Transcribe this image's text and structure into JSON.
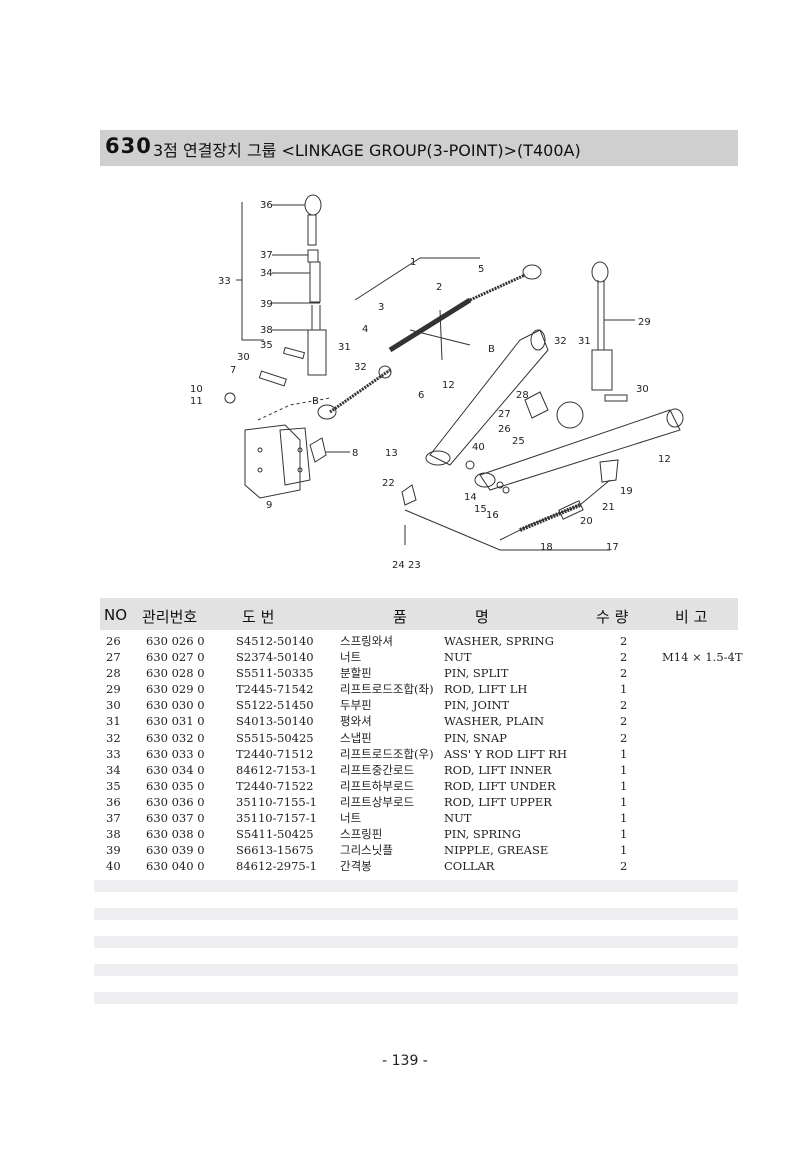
{
  "header": {
    "section_number": "630",
    "title": "3점 연결장치 그룹 <LINKAGE GROUP(3-POINT)>(T400A)"
  },
  "diagram": {
    "callouts": [
      "36",
      "37",
      "34",
      "33",
      "39",
      "38",
      "35",
      "30",
      "7",
      "10",
      "11",
      "31",
      "32",
      "4",
      "3",
      "2",
      "1",
      "5",
      "6",
      "8",
      "9",
      "12",
      "B",
      "B",
      "13",
      "40",
      "14",
      "15",
      "16",
      "22",
      "24",
      "23",
      "28",
      "27",
      "26",
      "25",
      "29",
      "32",
      "31",
      "30",
      "12",
      "19",
      "21",
      "20",
      "18",
      "17"
    ]
  },
  "table": {
    "columns": [
      "NO",
      "관리번호",
      "도 번",
      "품",
      "명",
      "수 량",
      "비 고"
    ],
    "rows": [
      {
        "no": "26",
        "code": "630 026 0",
        "drawing": "S4512-50140",
        "name_kr": "스프링와셔",
        "name_en": "WASHER, SPRING",
        "qty": "2",
        "note": ""
      },
      {
        "no": "27",
        "code": "630 027 0",
        "drawing": "S2374-50140",
        "name_kr": "너트",
        "name_en": "NUT",
        "qty": "2",
        "note": "M14 × 1.5-4T"
      },
      {
        "no": "28",
        "code": "630 028 0",
        "drawing": "S5511-50335",
        "name_kr": "분할핀",
        "name_en": "PIN, SPLIT",
        "qty": "2",
        "note": ""
      },
      {
        "no": "29",
        "code": "630 029 0",
        "drawing": "T2445-71542",
        "name_kr": "리프트로드조합(좌)",
        "name_en": "ROD, LIFT LH",
        "qty": "1",
        "note": ""
      },
      {
        "no": "30",
        "code": "630 030 0",
        "drawing": "S5122-51450",
        "name_kr": "두부핀",
        "name_en": "PIN, JOINT",
        "qty": "2",
        "note": ""
      },
      {
        "no": "31",
        "code": "630 031 0",
        "drawing": "S4013-50140",
        "name_kr": "평와셔",
        "name_en": "WASHER, PLAIN",
        "qty": "2",
        "note": ""
      },
      {
        "no": "32",
        "code": "630 032 0",
        "drawing": "S5515-50425",
        "name_kr": "스냅핀",
        "name_en": "PIN, SNAP",
        "qty": "2",
        "note": ""
      },
      {
        "no": "33",
        "code": "630 033 0",
        "drawing": "T2440-71512",
        "name_kr": "리프트로드조합(우)",
        "name_en": "ASS' Y ROD LIFT RH",
        "qty": "1",
        "note": ""
      },
      {
        "no": "34",
        "code": "630 034 0",
        "drawing": "84612-7153-1",
        "name_kr": "리프트중간로드",
        "name_en": "ROD, LIFT INNER",
        "qty": "1",
        "note": ""
      },
      {
        "no": "35",
        "code": "630 035 0",
        "drawing": "T2440-71522",
        "name_kr": "리프트하부로드",
        "name_en": "ROD, LIFT UNDER",
        "qty": "1",
        "note": ""
      },
      {
        "no": "36",
        "code": "630 036 0",
        "drawing": "35110-7155-1",
        "name_kr": "리프트상부로드",
        "name_en": "ROD, LIFT UPPER",
        "qty": "1",
        "note": ""
      },
      {
        "no": "37",
        "code": "630 037 0",
        "drawing": "35110-7157-1",
        "name_kr": "너트",
        "name_en": "NUT",
        "qty": "1",
        "note": ""
      },
      {
        "no": "38",
        "code": "630 038 0",
        "drawing": "S5411-50425",
        "name_kr": "스프링핀",
        "name_en": "PIN, SPRING",
        "qty": "1",
        "note": ""
      },
      {
        "no": "39",
        "code": "630 039 0",
        "drawing": "S6613-15675",
        "name_kr": "그리스닛플",
        "name_en": "NIPPLE, GREASE",
        "qty": "1",
        "note": ""
      },
      {
        "no": "40",
        "code": "630 040 0",
        "drawing": "84612-2975-1",
        "name_kr": "간격봉",
        "name_en": "COLLAR",
        "qty": "2",
        "note": ""
      }
    ]
  },
  "footer": {
    "page_number": "- 139 -"
  }
}
